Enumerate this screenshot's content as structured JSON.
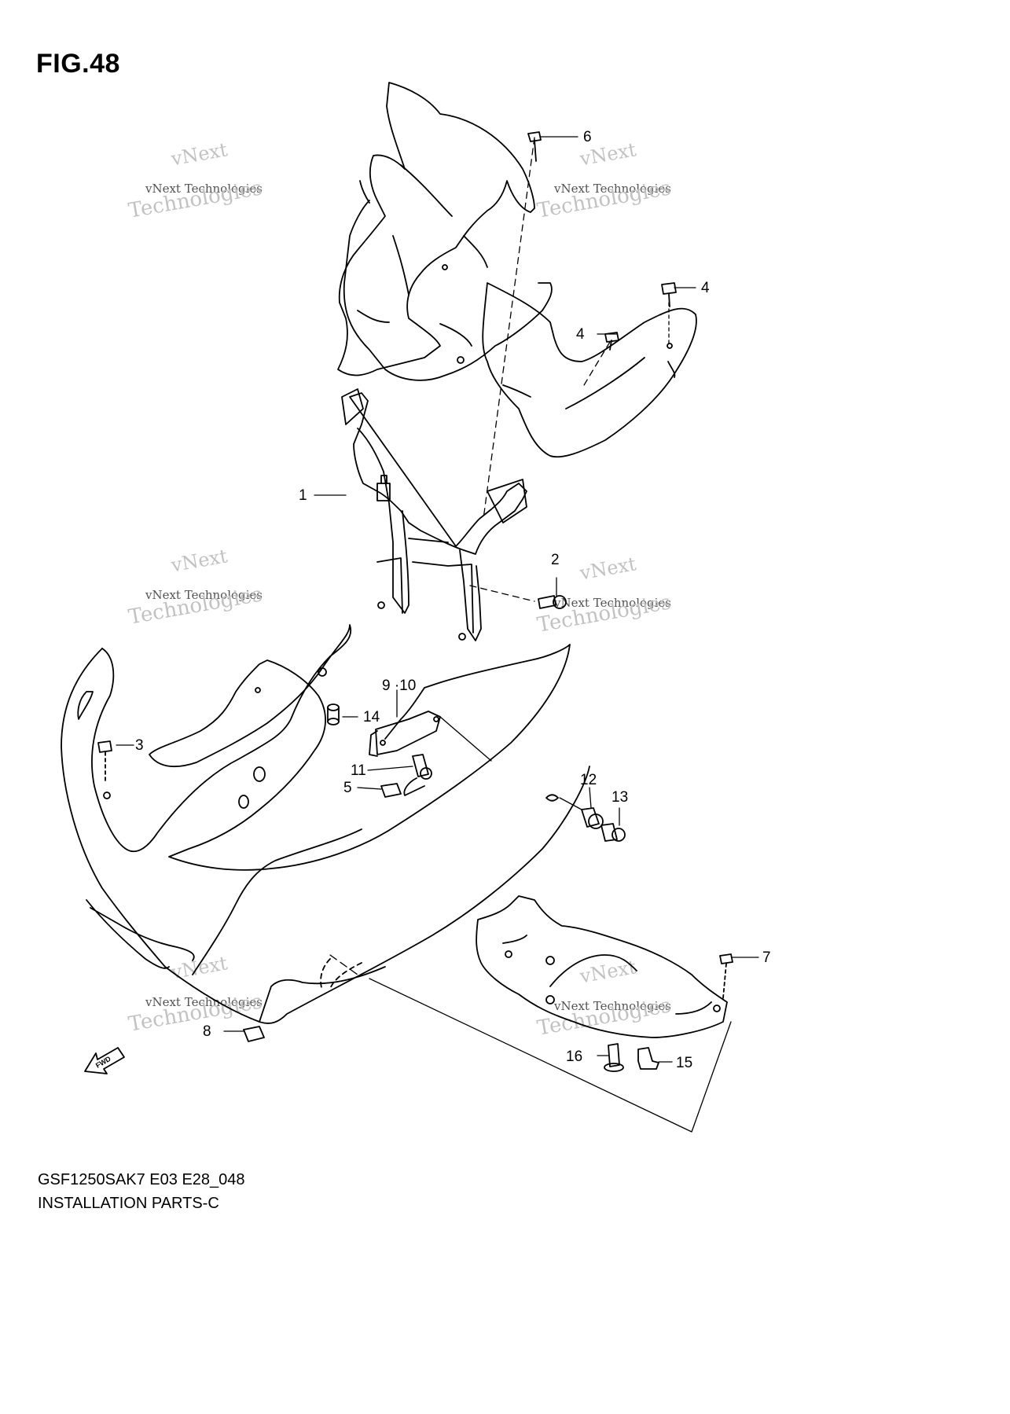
{
  "figure": {
    "title": "FIG.48",
    "model_code": "GSF1250SAK7 E03 E28_048",
    "section": "INSTALLATION PARTS-C"
  },
  "direction_arrow": {
    "label": "FWD"
  },
  "watermark": {
    "line1": "vNext",
    "line2": "vNext Technologies",
    "line3": "Technologies",
    "color": "#b8b8b8"
  },
  "callouts": [
    {
      "id": "c6",
      "label": "6"
    },
    {
      "id": "c4a",
      "label": "4"
    },
    {
      "id": "c4b",
      "label": "4"
    },
    {
      "id": "c1",
      "label": "1"
    },
    {
      "id": "c2",
      "label": "2"
    },
    {
      "id": "c910",
      "label": "9 ·10"
    },
    {
      "id": "c14",
      "label": "14"
    },
    {
      "id": "c3",
      "label": "3"
    },
    {
      "id": "c11",
      "label": "11"
    },
    {
      "id": "c5",
      "label": "5"
    },
    {
      "id": "c12",
      "label": "12"
    },
    {
      "id": "c13",
      "label": "13"
    },
    {
      "id": "c7",
      "label": "7"
    },
    {
      "id": "c8",
      "label": "8"
    },
    {
      "id": "c16",
      "label": "16"
    },
    {
      "id": "c15",
      "label": "15"
    }
  ],
  "colors": {
    "line": "#000000",
    "background": "#ffffff"
  }
}
